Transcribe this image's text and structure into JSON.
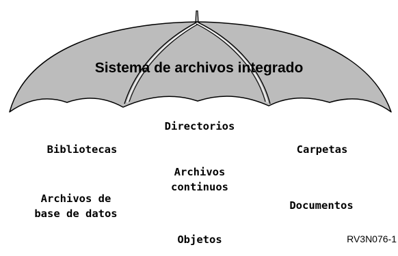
{
  "umbrella": {
    "title": "Sistema de archivos integrado",
    "fill_color": "#bcbcbc",
    "stroke_color": "#000000"
  },
  "items": {
    "directorios": "Directorios",
    "bibliotecas": "Bibliotecas",
    "carpetas": "Carpetas",
    "archivos_continuos": [
      "Archivos",
      "continuos"
    ],
    "archivos_base_datos": [
      "Archivos de",
      "base de datos"
    ],
    "documentos": "Documentos",
    "objetos": "Objetos"
  },
  "figure_id": "RV3N076-1"
}
